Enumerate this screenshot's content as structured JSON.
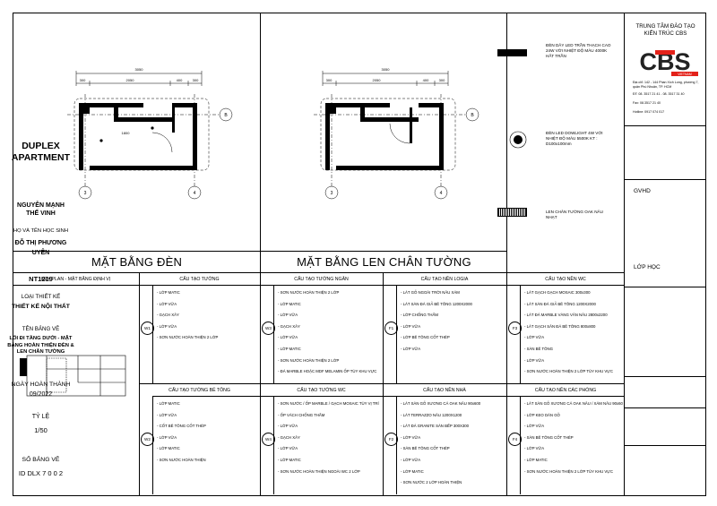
{
  "titles": {
    "left": "MẶT BẰNG ĐÈN",
    "right": "MẶT BẰNG LEN CHÂN TƯỜNG"
  },
  "legend": [
    {
      "text": "ĐÈN DÂY LED TRẦN THẠCH CAO 24W VỚI NHIỆT ĐỘ MÀU 4000K HẮT TRẦN"
    },
    {
      "text": "ĐÈN LED DOWLIGHT 4W VỚI NHIỆT ĐỘ MÀU 5500K KT : D100x100mm"
    },
    {
      "text": "LEN CHÂN TƯỜNG OAK NÂU NHẠT"
    }
  ],
  "plan": {
    "dim_total": "3050",
    "dims": [
      "300",
      "2050",
      "400",
      "300"
    ],
    "axes": [
      "3",
      "4",
      "B"
    ],
    "room_label": "1800"
  },
  "keyplan": {
    "title": "KEY PLAN - MẶT BẰNG ĐỊNH VỊ"
  },
  "table": [
    {
      "code": "W1",
      "title": "CẤU TẠO TƯỜNG",
      "items": [
        "- LỚP MATIC",
        "- LỚP VỮA",
        "- GẠCH XÂY",
        "- LỚP VỮA",
        "- SƠN NƯỚC HOÀN THIỆN 2 LỚP"
      ]
    },
    {
      "code": "W3",
      "title": "CẤU TẠO TƯỜNG NGĂN",
      "items": [
        "- SƠN NƯỚC HOÀN THIỆN 2 LỚP",
        "- LỚP MATIC",
        "- LỚP VỮA",
        "- GẠCH XÂY",
        "- LỚP VỮA",
        "- LỚP MATIC",
        "- SƠN NƯỚC HOÀN THIỆN 2 LỚP",
        "- ĐÁ MARBLE HOẶC MDF MELAMIN ỐP TÙY KHU VỰC"
      ]
    },
    {
      "code": "F1",
      "title": "CẤU TẠO NỀN LOGIA",
      "items": [
        "- LÁT GỖ NGOÀI TRỜI NÂU XÁM",
        "- LÁT SÀN ĐÁ GIẢ BÊ TÔNG 1200X2000",
        "- LỚP CHỐNG THẤM",
        "- LỚP VỮA",
        "- LỚP BÊ TÔNG CỐT THÉP",
        "- LỚP VỮA"
      ]
    },
    {
      "code": "F3",
      "title": "CẤU TẠO NỀN WC",
      "items": [
        "- LÁT GẠCH GẠCH MOSAIC 300x300",
        "- LÁT SÀN ĐÁ GIẢ BÊ TÔNG 1200X2000",
        "- LÁT ĐÁ MARBLE VÀNG VÂN NÂU 2800x2200",
        "- LÁT GẠCH SÂN ĐÁ BÊ TÔNG 800x800",
        "- LỚP VỮA",
        "- SÀN BÊ TÔNG",
        "- LỚP VỮA",
        "- SƠN NƯỚC HOÀN THIỆN 2 LỚP TÙY KHU VỰC"
      ]
    },
    {
      "code": "W2",
      "title": "CẤU TẠO TƯỜNG BÊ TÔNG",
      "items": [
        "- LỚP MATIC",
        "- LỚP VỮA",
        "- CỐT BÊ TÔNG CỐT THÉP",
        "- LỚP VỮA",
        "- LỚP MATIC",
        "- SƠN NƯỚC HOÀN THIỆN"
      ]
    },
    {
      "code": "W4",
      "title": "CẤU TẠO TƯỜNG WC",
      "items": [
        "- SƠN NƯỚC / ỐP MARBLE / GẠCH MOSAIC TÙY VỊ TRÍ",
        "- ỐP VÁCH CHỐNG THẤM",
        "- LỚP VỮA",
        "- GẠCH XÂY",
        "- LỚP VỮA",
        "- LỚP MATIC",
        "- SƠN NƯỚC HOÀN THIỆN NGOÀI WC 2 LỚP"
      ]
    },
    {
      "code": "F2",
      "title": "CẤU TẠO NỀN NHÀ",
      "items": [
        "- LÁT SÀN GỖ XƯƠNG CÁ OAK NÂU 90x600",
        "- LÁT TERRAZZO NÂU 1200X1200",
        "- LÁT ĐÁ GRANITE SÀN BẾP 300X300",
        "- LỚP VỮA",
        "- SÀN BÊ TÔNG CỐT THÉP",
        "- LỚP VỮA",
        "- LỚP MATIC",
        "- SƠN NƯỚC 2 LỚP HOÀN THIỆN"
      ]
    },
    {
      "code": "F4",
      "title": "CẤU TẠO NỀN CÁC PHÒNG",
      "items": [
        "- LÁT SÀN GỖ XƯƠNG CÁ OAK NÂU / XÁM NÂU 90x600",
        "- LỚP KEO DÁN GỖ",
        "- LỚP VỮA",
        "- SÀN BÊ TÔNG CỐT THÉP",
        "- LỚP VỮA",
        "- LỚP MATIC",
        "- SƠN NƯỚC HOÀN THIỆN 2 LỚP TÙY KHU VỰC"
      ]
    }
  ],
  "titleblock": {
    "center": "TRUNG TÂM ĐÀO TẠO KIẾN TRÚC CBS",
    "logo": "CBS",
    "logo_sub": "VIETNAM",
    "address": "Địa chỉ: 142 - 144 Phan Xích Long, phường 7, quận Phú Nhuận, TP. HCM",
    "phone": "ĐT: 08. 3517 21 41 - 08. 3517 31 40",
    "fax": "Fax: 08.3517 21 40",
    "hotline": "Hotline: 0917 074 017",
    "project": "DUPLEX APARTMENT",
    "gvhd_label": "GVHD",
    "gvhd": "NGUYỄN MẠNH THẾ VINH",
    "student_label": "HỌ VÀ TÊN HỌC SINH",
    "student": "ĐỖ THỊ PHƯƠNG UYÊN",
    "class_label": "LỚP HỌC",
    "class": "NT1219",
    "type_label": "LOẠI THIẾT KẾ",
    "type": "THIẾT KẾ NỘI THẤT",
    "drawing_label": "TÊN BẢNG VẼ",
    "drawing": "LỐI ĐI TẦNG DƯỚI - MẶT BẰNG HOÀN THIỆN ĐÈN & LEN CHÂN TƯỜNG",
    "date_label": "NGÀY HOÀN THÀNH",
    "date": "09/2022",
    "scale_label": "TỶ LỆ",
    "scale": "1/50",
    "sheet_label": "SỐ BẢNG VẼ",
    "sheet": "ID DLX 7 0 0 2"
  }
}
